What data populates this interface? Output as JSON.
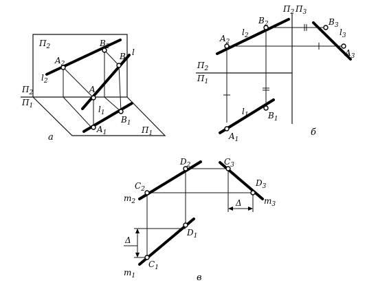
{
  "panel_a": {
    "caption": "а",
    "plane_labels": [
      "П",
      "2",
      "П",
      "2",
      "П",
      "1",
      "П",
      "1"
    ],
    "point_labels": [
      "A",
      "2",
      "B",
      "2",
      "B",
      "A",
      "A",
      "1",
      "B",
      "1"
    ],
    "line_labels": [
      "l",
      "2",
      "l",
      "l",
      "1"
    ]
  },
  "panel_b": {
    "caption": "б",
    "axis_labels": [
      "П",
      "2",
      "П",
      "3",
      "П",
      "2",
      "П",
      "1"
    ],
    "point_labels": [
      "A",
      "2",
      "B",
      "2",
      "B",
      "3",
      "A",
      "3",
      "A",
      "1",
      "B",
      "1"
    ],
    "line_labels": [
      "l",
      "2",
      "l",
      "3",
      "l",
      "1"
    ]
  },
  "panel_c": {
    "caption": "в",
    "point_labels": [
      "D",
      "2",
      "C",
      "3",
      "C",
      "2",
      "D",
      "3",
      "D",
      "1",
      "C",
      "1"
    ],
    "line_labels": [
      "m",
      "2",
      "m",
      "3",
      "m",
      "1"
    ],
    "delta_label": "Δ"
  }
}
